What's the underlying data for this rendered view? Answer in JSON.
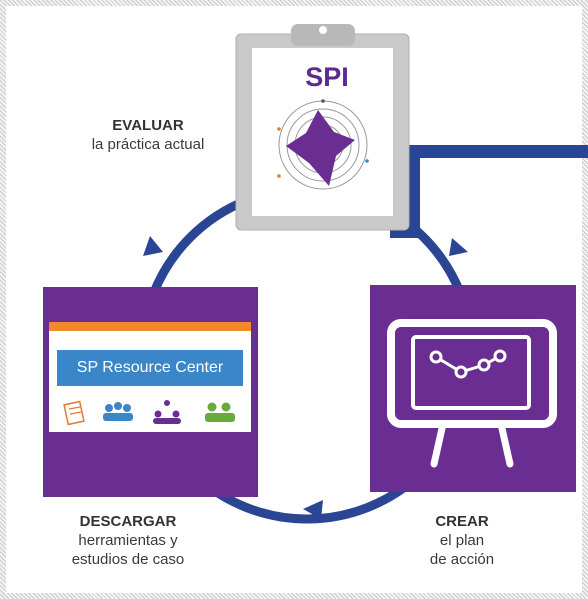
{
  "top": {
    "clipboard_title": "SPI",
    "label_bold": "EVALUAR",
    "label_text": "la práctica actual"
  },
  "left": {
    "screenshot_title": "SP Resource Center",
    "label_bold": "DESCARGAR",
    "label_line1": "herramientas y",
    "label_line2": "estudios de caso"
  },
  "right": {
    "label_bold": "CREAR",
    "label_line1": "el plan",
    "label_line2": "de acción"
  },
  "colors": {
    "purple": "#6a2d91",
    "arrow_blue": "#2a4594",
    "clipboard_gray": "#c8c8c8"
  }
}
